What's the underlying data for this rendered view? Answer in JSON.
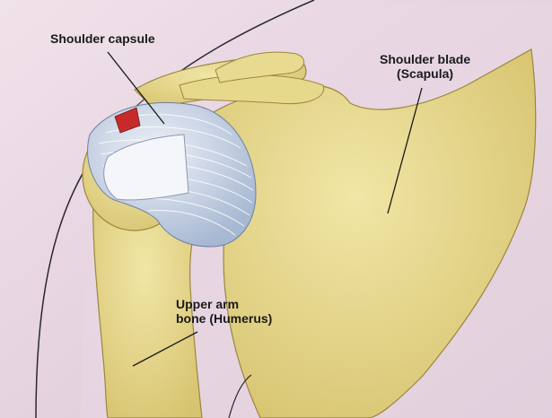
{
  "labels": {
    "shoulder_capsule": "Shoulder capsule",
    "shoulder_blade_line1": "Shoulder blade",
    "shoulder_blade_line2": "(Scapula)",
    "humerus_line1": "Upper arm",
    "humerus_line2": "bone (Humerus)"
  },
  "colors": {
    "background": "#e8d6e3",
    "bone": "#e9dc8e",
    "bone_shadow": "#c9b65c",
    "capsule": "#c7d3e6",
    "capsule_fiber": "#ffffff",
    "ligament_red": "#c62a2a",
    "outline": "#2a2a2a"
  }
}
